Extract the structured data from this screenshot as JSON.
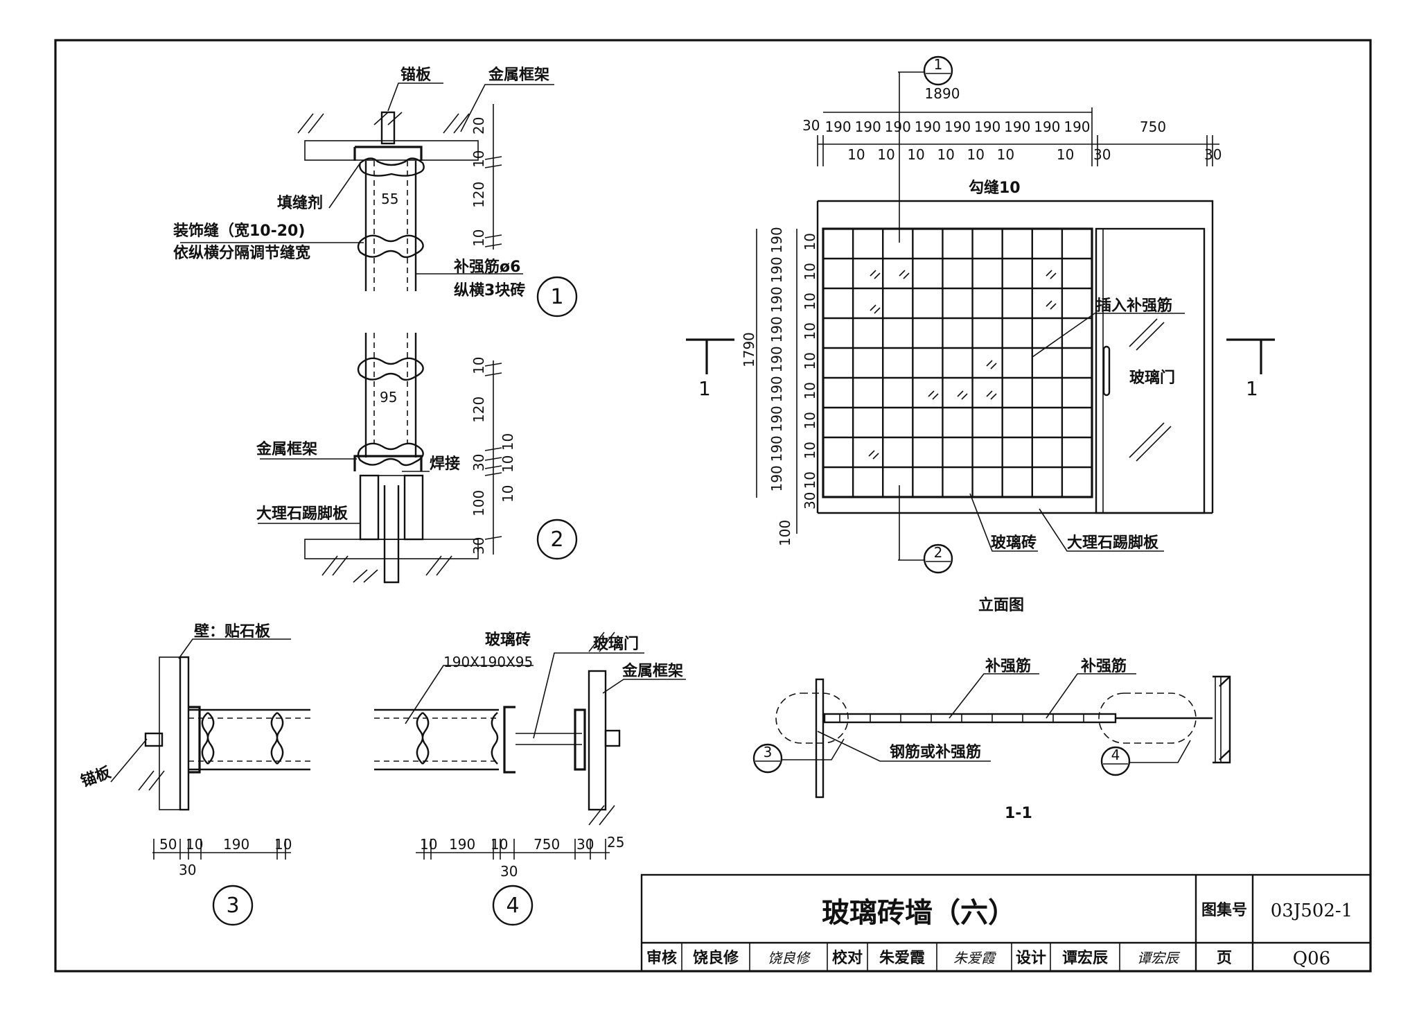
{
  "detail1": {
    "anchor_plate": "锚板",
    "metal_frame": "金属框架",
    "sealant": "填缝剂",
    "joint_line1": "装饰缝（宽10-20)",
    "joint_line2": "依纵横分隔调节缝宽",
    "rebar_line1": "补强筋ø6",
    "rebar_line2": "纵横3块砖",
    "dim_55": "55",
    "dim_20": "20",
    "dim_10a": "10",
    "dim_120": "120",
    "dim_10b": "10",
    "num": "1"
  },
  "detail2": {
    "dim_95": "95",
    "metal_frame": "金属框架",
    "welding": "焊接",
    "marble_skirting": "大理石踢脚板",
    "dim_10top": "10",
    "dim_120": "120",
    "dim_10_10": "10  10",
    "dim_30": "30",
    "dim_10c": "10",
    "dim_100": "100",
    "dim_30b": "30",
    "num": "2"
  },
  "elevation": {
    "total_width": "1890",
    "left_30": "30",
    "cols": [
      "190",
      "190",
      "190",
      "190",
      "190",
      "190",
      "190",
      "190",
      "190"
    ],
    "joints": [
      "10",
      "10",
      "10",
      "10",
      "10",
      "10",
      "10"
    ],
    "right_30": "30",
    "door_width": "750",
    "door_30": "30",
    "grout": "勾缝10",
    "height": "1790",
    "rows": [
      "190",
      "190",
      "190",
      "190",
      "190",
      "190",
      "190",
      "190",
      "190"
    ],
    "vjoints": [
      "10",
      "10",
      "10",
      "10",
      "10",
      "10",
      "10",
      "10",
      "10"
    ],
    "row_30": "30",
    "bottom_100": "100",
    "insert_rebar": "插入补强筋",
    "glass_door": "玻璃门",
    "glass_brick": "玻璃砖",
    "marble_skirting": "大理石踢脚板",
    "title": "立面图",
    "section_marks": [
      "1",
      "1"
    ],
    "callout_1": "1",
    "callout_2": "2"
  },
  "detail3": {
    "wall_label": "壁：贴石板",
    "anchor_plate": "锚板",
    "dims": [
      "50",
      "10",
      "190",
      "10"
    ],
    "dim_30": "30",
    "num": "3"
  },
  "detail4": {
    "glass_brick": "玻璃砖",
    "size": "190X190X95",
    "glass_door": "玻璃门",
    "metal_frame": "金属框架",
    "dims": [
      "10",
      "190",
      "10",
      "750",
      "30",
      "25"
    ],
    "dim_30": "30",
    "num": "4"
  },
  "section11": {
    "rebar_a": "补强筋",
    "rebar_b": "补强筋",
    "rebar_or": "钢筋或补强筋",
    "title": "1-1",
    "callout_3": "3",
    "callout_4": "4"
  },
  "title_block": {
    "title": "玻璃砖墙（六）",
    "atlas_label": "图集号",
    "atlas_no": "03J502-1",
    "review_label": "审核",
    "reviewer": "饶良修",
    "reviewer_sig": "饶良修",
    "check_label": "校对",
    "checker": "朱爱霞",
    "checker_sig": "朱爱霞",
    "design_label": "设计",
    "designer": "谭宏辰",
    "designer_sig": "谭宏辰",
    "page_label": "页",
    "page_no": "Q06"
  }
}
